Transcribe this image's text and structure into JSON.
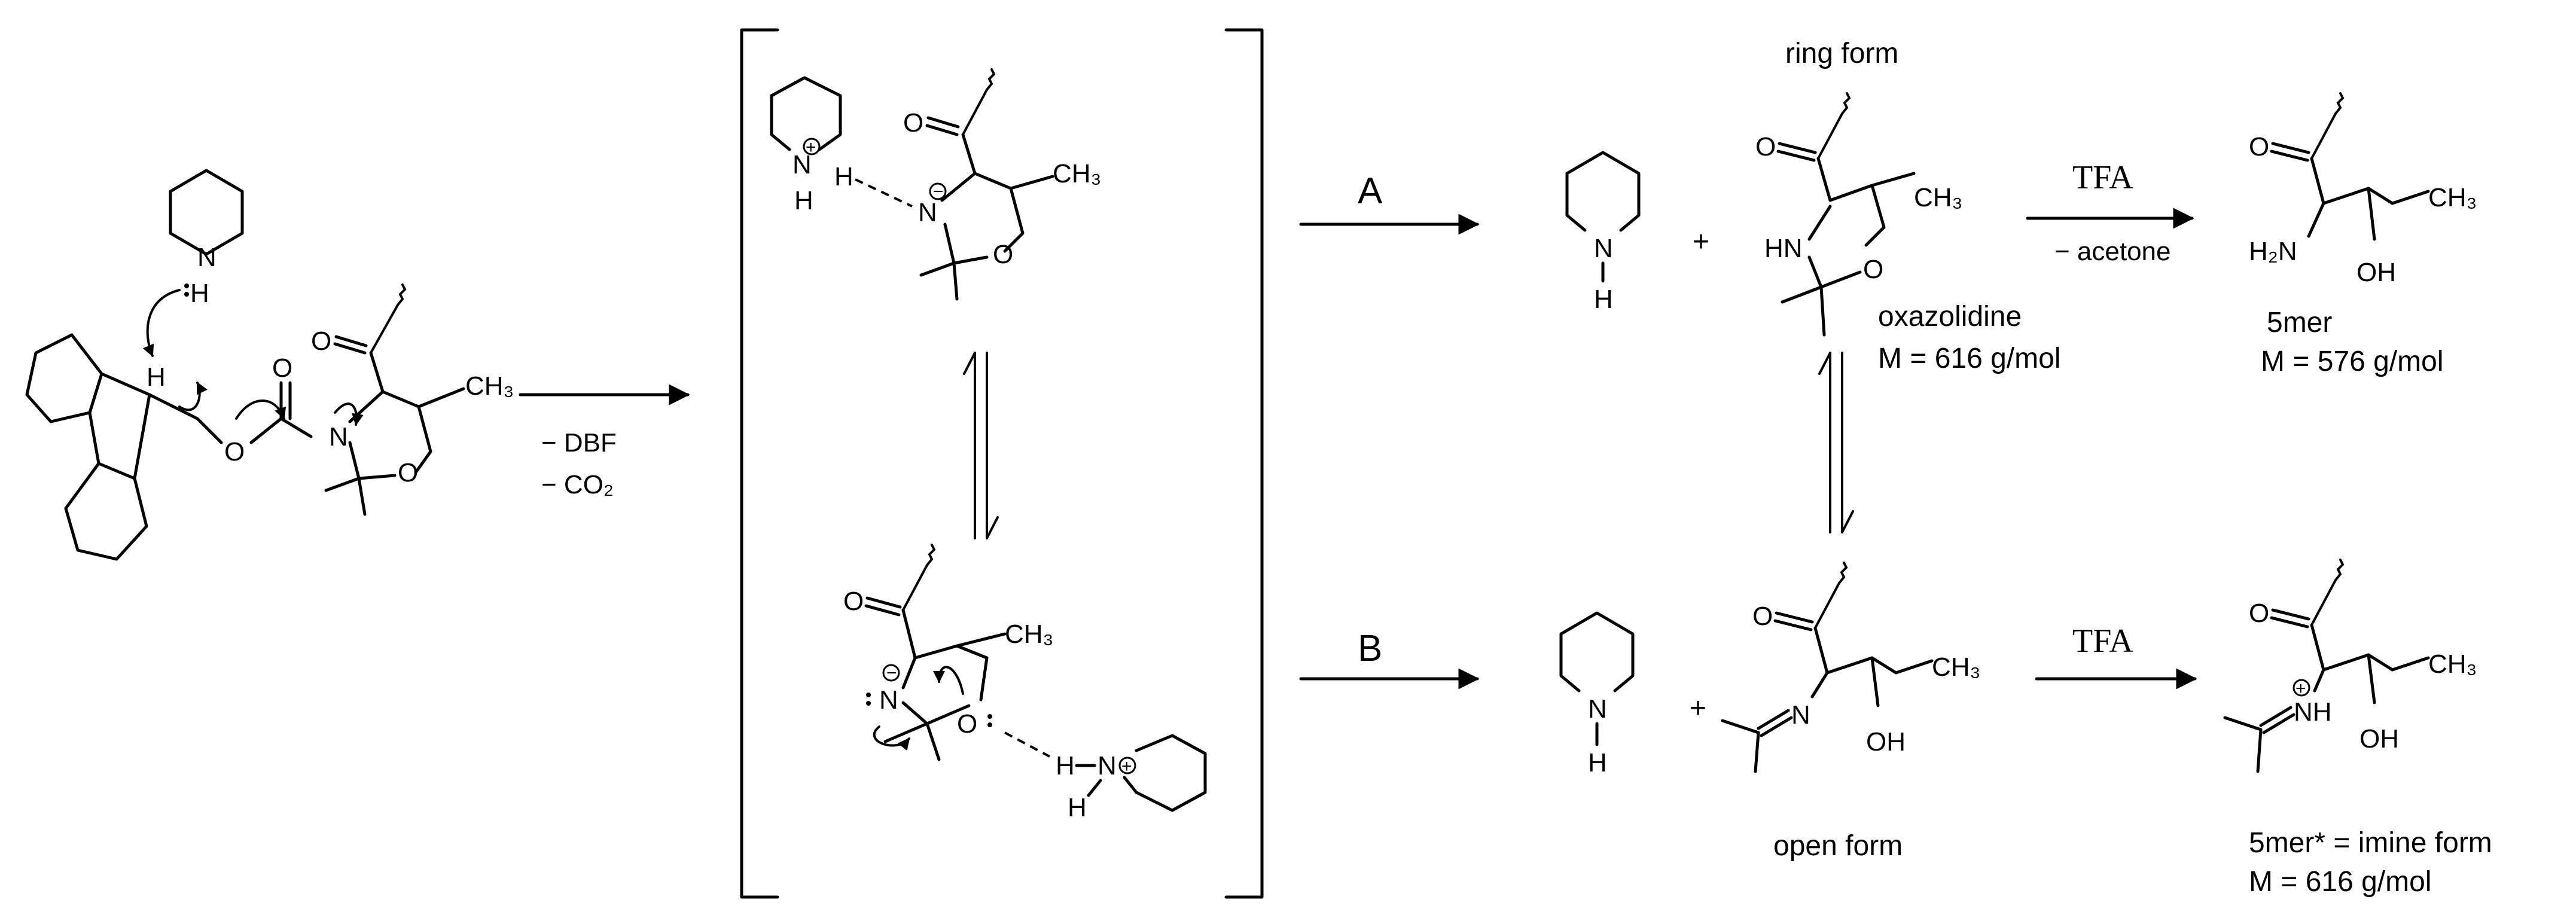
{
  "atoms": {
    "N": "N",
    "H": "H",
    "O": "O",
    "NH": "NH",
    "HN": "HN",
    "H2N": "H₂N",
    "OH": "OH",
    "CH3": "CH₃",
    "plus": "+",
    "charge_plus": "+",
    "charge_minus": "−"
  },
  "step1": {
    "minus_dbf": "− DBF",
    "minus_co2": "− CO₂"
  },
  "pathway_a": {
    "label": "A",
    "ring_form_label": "ring form",
    "oxazolidine_label": "oxazolidine",
    "oxazolidine_mass": "M = 616 g/mol",
    "reagent": "TFA",
    "byproduct": "− acetone",
    "product_label": "5mer",
    "product_mass": "M = 576 g/mol"
  },
  "pathway_b": {
    "label": "B",
    "open_form_label": "open form",
    "reagent": "TFA",
    "product_label": "5mer* = imine form",
    "product_mass": "M = 616 g/mol"
  }
}
